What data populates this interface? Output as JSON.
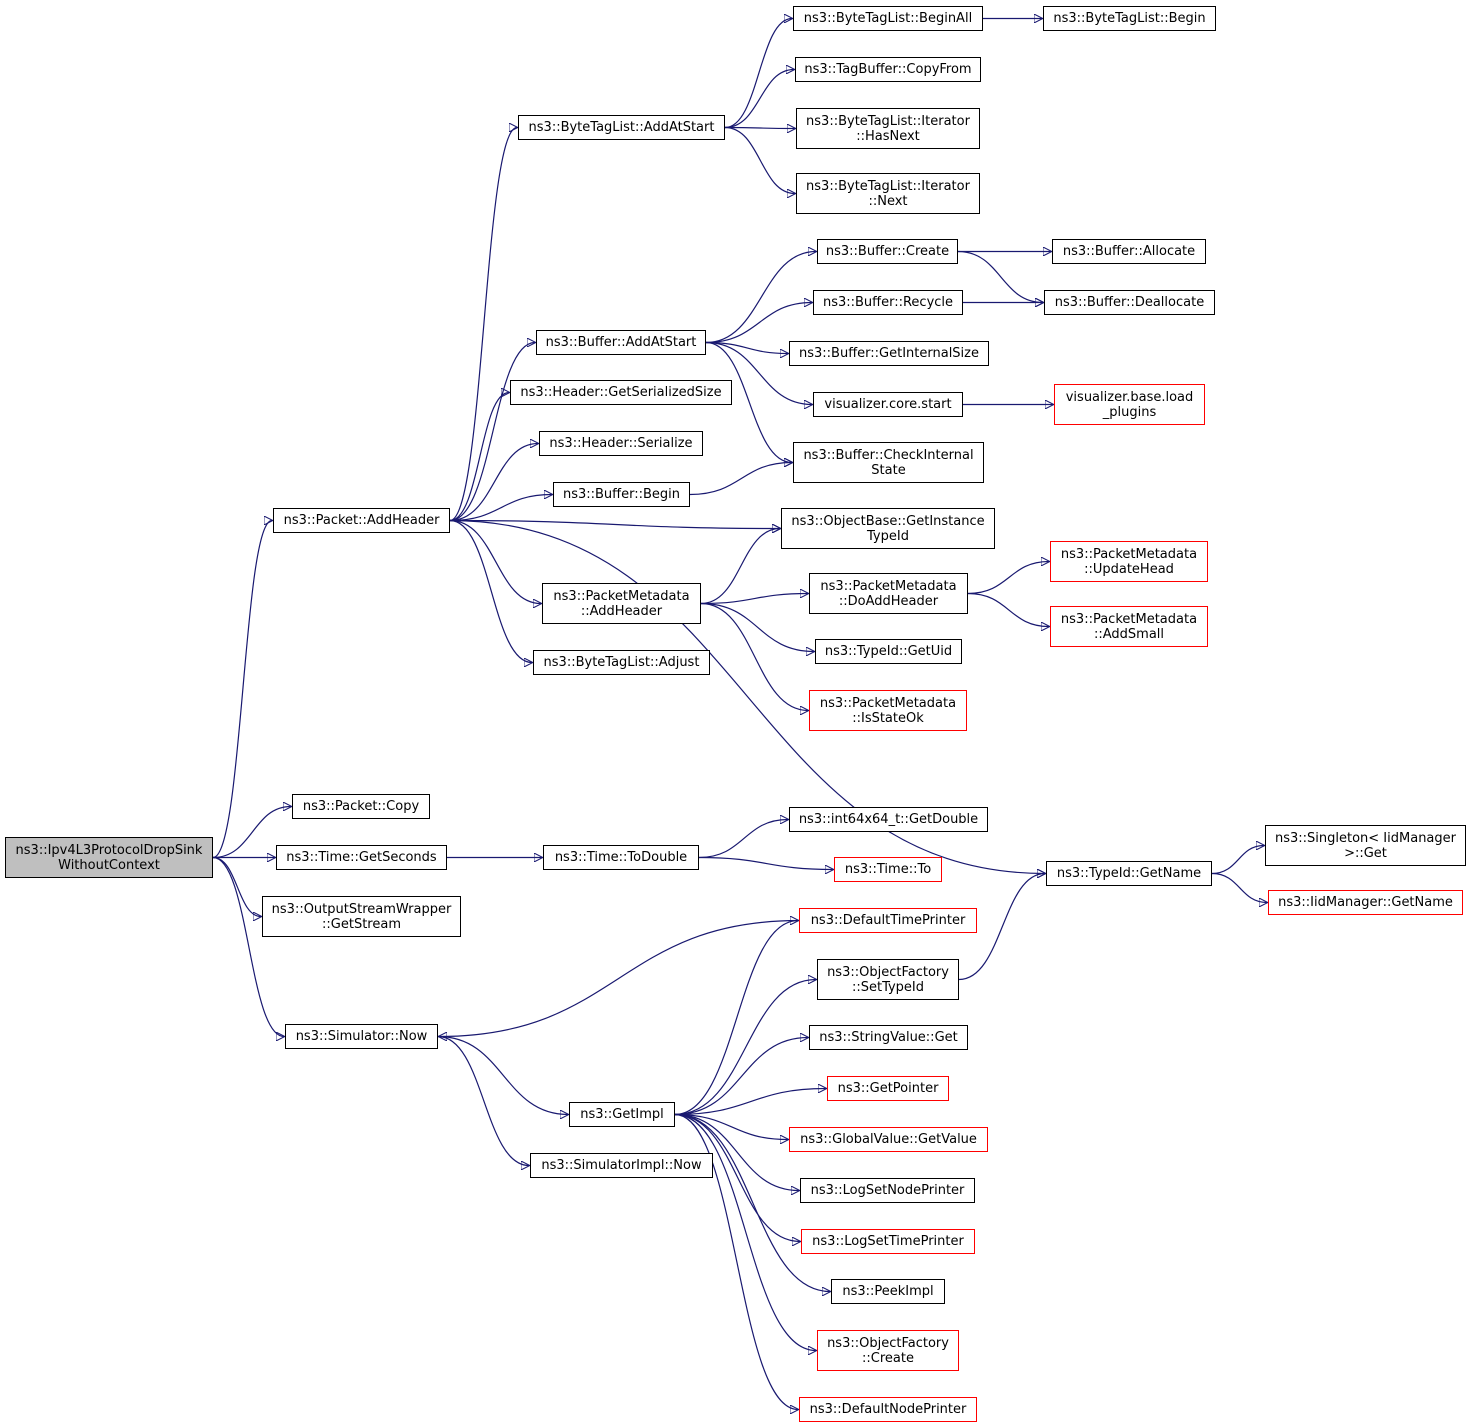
{
  "colors": {
    "edge": "#191970",
    "node_border": "#000000",
    "truncated_border": "#ff0000",
    "root_fill": "#bfbfbf"
  },
  "nodes": {
    "root": [
      "ns3::Ipv4L3ProtocolDropSink",
      "WithoutContext"
    ],
    "packet_addheader": [
      "ns3::Packet::AddHeader"
    ],
    "packet_copy": [
      "ns3::Packet::Copy"
    ],
    "time_getseconds": [
      "ns3::Time::GetSeconds"
    ],
    "osw_getstream": [
      "ns3::OutputStreamWrapper",
      "::GetStream"
    ],
    "simulator_now": [
      "ns3::Simulator::Now"
    ],
    "btl_addatstart": [
      "ns3::ByteTagList::AddAtStart"
    ],
    "buffer_addatstart": [
      "ns3::Buffer::AddAtStart"
    ],
    "header_getserializedsize": [
      "ns3::Header::GetSerializedSize"
    ],
    "header_serialize": [
      "ns3::Header::Serialize"
    ],
    "buffer_begin": [
      "ns3::Buffer::Begin"
    ],
    "pm_addheader": [
      "ns3::PacketMetadata",
      "::AddHeader"
    ],
    "btl_adjust": [
      "ns3::ByteTagList::Adjust"
    ],
    "btl_beginall": [
      "ns3::ByteTagList::BeginAll"
    ],
    "btl_begin": [
      "ns3::ByteTagList::Begin"
    ],
    "tagbuffer_copyfrom": [
      "ns3::TagBuffer::CopyFrom"
    ],
    "btl_it_hasnext": [
      "ns3::ByteTagList::Iterator",
      "::HasNext"
    ],
    "btl_it_next": [
      "ns3::ByteTagList::Iterator",
      "::Next"
    ],
    "buffer_create": [
      "ns3::Buffer::Create"
    ],
    "buffer_allocate": [
      "ns3::Buffer::Allocate"
    ],
    "buffer_recycle": [
      "ns3::Buffer::Recycle"
    ],
    "buffer_deallocate": [
      "ns3::Buffer::Deallocate"
    ],
    "buffer_getinternalsize": [
      "ns3::Buffer::GetInternalSize"
    ],
    "vis_core_start": [
      "visualizer.core.start"
    ],
    "vis_base_load": [
      "visualizer.base.load",
      "_plugins"
    ],
    "buffer_checkinternal": [
      "ns3::Buffer::CheckInternal",
      "State"
    ],
    "objectbase_getinstance": [
      "ns3::ObjectBase::GetInstance",
      "TypeId"
    ],
    "pm_doaddheader": [
      "ns3::PacketMetadata",
      "::DoAddHeader"
    ],
    "pm_updatehead": [
      "ns3::PacketMetadata",
      "::UpdateHead"
    ],
    "pm_addsmall": [
      "ns3::PacketMetadata",
      "::AddSmall"
    ],
    "typeid_getuid": [
      "ns3::TypeId::GetUid"
    ],
    "pm_isstateok": [
      "ns3::PacketMetadata",
      "::IsStateOk"
    ],
    "typeid_getname": [
      "ns3::TypeId::GetName"
    ],
    "singleton_get": [
      "ns3::Singleton< IidManager",
      " >::Get"
    ],
    "iidmanager_getname": [
      "ns3::IidManager::GetName"
    ],
    "time_todouble": [
      "ns3::Time::ToDouble"
    ],
    "int64_getdouble": [
      "ns3::int64x64_t::GetDouble"
    ],
    "time_to": [
      "ns3::Time::To"
    ],
    "defaulttimeprinter": [
      "ns3::DefaultTimePrinter"
    ],
    "of_settypeid": [
      "ns3::ObjectFactory",
      "::SetTypeId"
    ],
    "stringvalue_get": [
      "ns3::StringValue::Get"
    ],
    "getpointer": [
      "ns3::GetPointer"
    ],
    "globalvalue_getvalue": [
      "ns3::GlobalValue::GetValue"
    ],
    "logsetnodeprinter": [
      "ns3::LogSetNodePrinter"
    ],
    "logsettimeprinter": [
      "ns3::LogSetTimePrinter"
    ],
    "peekimpl": [
      "ns3::PeekImpl"
    ],
    "of_create": [
      "ns3::ObjectFactory",
      "::Create"
    ],
    "defaultnodeprinter": [
      "ns3::DefaultNodePrinter"
    ],
    "getimpl": [
      "ns3::GetImpl"
    ],
    "simulatorimpl_now": [
      "ns3::SimulatorImpl::Now"
    ]
  },
  "truncated": [
    "vis_base_load",
    "pm_updatehead",
    "pm_addsmall",
    "pm_isstateok",
    "iidmanager_getname",
    "time_to",
    "defaulttimeprinter",
    "getpointer",
    "globalvalue_getvalue",
    "logsettimeprinter",
    "of_create",
    "defaultnodeprinter"
  ],
  "edges": [
    [
      "root",
      "packet_addheader"
    ],
    [
      "root",
      "packet_copy"
    ],
    [
      "root",
      "time_getseconds"
    ],
    [
      "root",
      "osw_getstream"
    ],
    [
      "root",
      "simulator_now"
    ],
    [
      "packet_addheader",
      "btl_addatstart"
    ],
    [
      "packet_addheader",
      "buffer_addatstart"
    ],
    [
      "packet_addheader",
      "header_getserializedsize"
    ],
    [
      "packet_addheader",
      "header_serialize"
    ],
    [
      "packet_addheader",
      "buffer_begin"
    ],
    [
      "packet_addheader",
      "objectbase_getinstance"
    ],
    [
      "packet_addheader",
      "pm_addheader"
    ],
    [
      "packet_addheader",
      "btl_adjust"
    ],
    [
      "packet_addheader",
      "typeid_getname"
    ],
    [
      "btl_addatstart",
      "btl_beginall"
    ],
    [
      "btl_addatstart",
      "tagbuffer_copyfrom"
    ],
    [
      "btl_addatstart",
      "btl_it_hasnext"
    ],
    [
      "btl_addatstart",
      "btl_it_next"
    ],
    [
      "btl_beginall",
      "btl_begin"
    ],
    [
      "buffer_addatstart",
      "buffer_create"
    ],
    [
      "buffer_addatstart",
      "buffer_recycle"
    ],
    [
      "buffer_addatstart",
      "buffer_getinternalsize"
    ],
    [
      "buffer_addatstart",
      "vis_core_start"
    ],
    [
      "buffer_addatstart",
      "buffer_checkinternal"
    ],
    [
      "buffer_create",
      "buffer_allocate"
    ],
    [
      "buffer_create",
      "buffer_deallocate"
    ],
    [
      "buffer_recycle",
      "buffer_deallocate"
    ],
    [
      "vis_core_start",
      "vis_base_load"
    ],
    [
      "buffer_begin",
      "buffer_checkinternal"
    ],
    [
      "pm_addheader",
      "objectbase_getinstance"
    ],
    [
      "pm_addheader",
      "pm_doaddheader"
    ],
    [
      "pm_addheader",
      "typeid_getuid"
    ],
    [
      "pm_addheader",
      "pm_isstateok"
    ],
    [
      "pm_doaddheader",
      "pm_updatehead"
    ],
    [
      "pm_doaddheader",
      "pm_addsmall"
    ],
    [
      "typeid_getname",
      "singleton_get"
    ],
    [
      "typeid_getname",
      "iidmanager_getname"
    ],
    [
      "time_getseconds",
      "time_todouble"
    ],
    [
      "time_todouble",
      "int64_getdouble"
    ],
    [
      "time_todouble",
      "time_to"
    ],
    [
      "simulator_now",
      "getimpl"
    ],
    [
      "simulator_now",
      "simulatorimpl_now"
    ],
    [
      "defaulttimeprinter",
      "simulator_now"
    ],
    [
      "of_settypeid",
      "typeid_getname"
    ],
    [
      "getimpl",
      "defaulttimeprinter"
    ],
    [
      "getimpl",
      "of_settypeid"
    ],
    [
      "getimpl",
      "stringvalue_get"
    ],
    [
      "getimpl",
      "getpointer"
    ],
    [
      "getimpl",
      "globalvalue_getvalue"
    ],
    [
      "getimpl",
      "logsetnodeprinter"
    ],
    [
      "getimpl",
      "logsettimeprinter"
    ],
    [
      "getimpl",
      "peekimpl"
    ],
    [
      "getimpl",
      "of_create"
    ],
    [
      "getimpl",
      "defaultnodeprinter"
    ]
  ]
}
